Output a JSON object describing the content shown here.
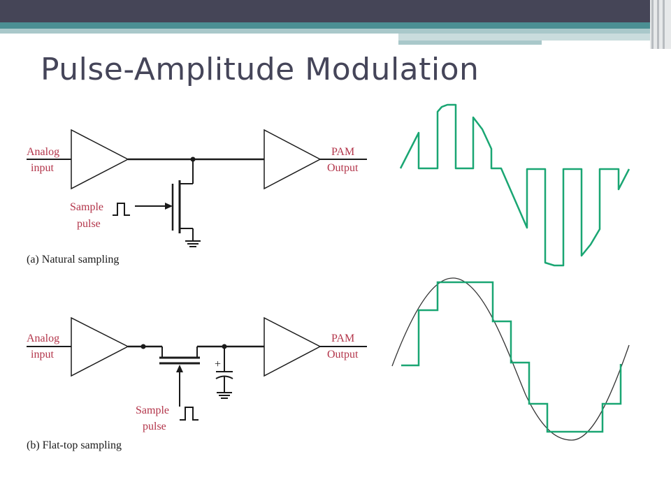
{
  "slide": {
    "title": "Pulse-Amplitude Modulation"
  },
  "colors": {
    "title": "#454559",
    "topbar": "#454557",
    "teal": "#4b8f93",
    "label_red": "#b3354a",
    "waveform_green": "#1aa673",
    "line_black": "#1a1a1a"
  },
  "circuit_a": {
    "input_label_line1": "Analog",
    "input_label_line2": "input",
    "output_label_line1": "PAM",
    "output_label_line2": "Output",
    "sample_label_line1": "Sample",
    "sample_label_line2": "pulse",
    "caption": "(a) Natural sampling"
  },
  "circuit_b": {
    "input_label_line1": "Analog",
    "input_label_line2": "input",
    "output_label_line1": "PAM",
    "output_label_line2": "Output",
    "sample_label_line1": "Sample",
    "sample_label_line2": "pulse",
    "capacitor_sign": "+",
    "caption": "(b) Flat-top sampling"
  }
}
